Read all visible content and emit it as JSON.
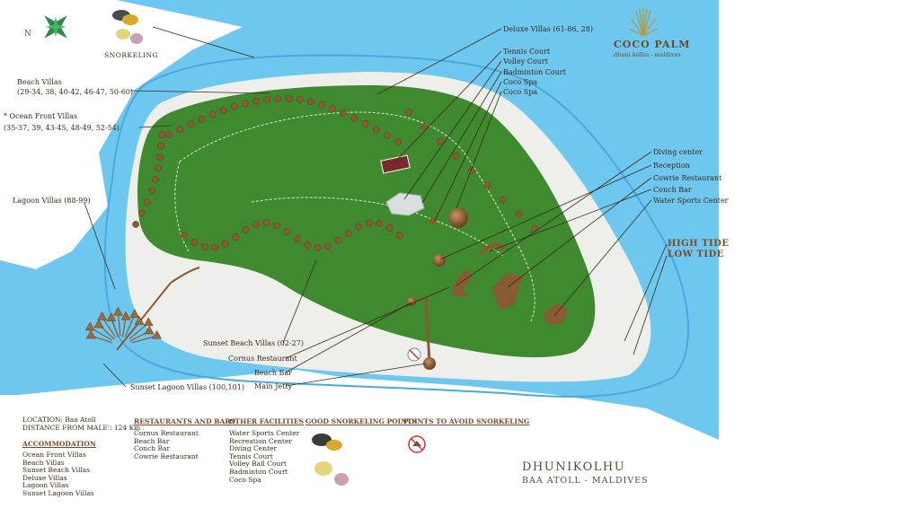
{
  "brand": {
    "name": "COCO PALM",
    "subtitle": "dhuni kolhu - maldives"
  },
  "compass": {
    "north_label": "N"
  },
  "snorkeling_label": "SNORKELING",
  "labels": {
    "deluxe_villas": "Deluxe Villas (61-86, 28)",
    "tennis_court": "Tennis Court",
    "volley_court": "Volley Court",
    "badminton_court": "Badminton Court",
    "coco_spa_1": "Coco Spa",
    "coco_spa_2": "Coco Spa",
    "beach_villas_title": "Beach Villas",
    "beach_villas_nums": "(29-34, 38, 40-42, 46-47, 50-60)",
    "ocean_front_title": "* Ocean Front Villas",
    "ocean_front_nums": "(35-37, 39, 43-45, 48-49, 52-54)",
    "lagoon_villas": "Lagoon Villas (88-99)",
    "diving_center": "Diving center",
    "reception": "Reception",
    "cowrie_restaurant": "Cowrie Restaurant",
    "conch_bar": "Conch Bar",
    "water_sports_center": "Water Sports Center",
    "sunset_beach_villas": "Sunset Beach Villas (02-27)",
    "cornus_restaurant": "Cornus Restaurant",
    "beach_bar": "Beach Bar",
    "main_jetty": "Main Jetty",
    "sunset_lagoon_villas": "Sunset Lagoon Villas (100,101)"
  },
  "tide": {
    "high": "HIGH TIDE",
    "low": "LOW TIDE"
  },
  "location": {
    "line1": "LOCATION: Baa Atoll",
    "line2": "DISTANCE FROM MALE': 124 Km"
  },
  "legend": {
    "accommodation": {
      "title": "ACCOMMODATION",
      "items": [
        "Ocean Front Villas",
        "Beach Villas",
        "Sunset Beach Villas",
        "Deluxe Villas",
        "Lagoon Villas",
        "Sunset Lagoon Villas"
      ]
    },
    "restaurants": {
      "title": "RESTAURANTS AND BARS",
      "items": [
        "Cornus Restaurant",
        "Beach Bar",
        "Conch Bar",
        "Cowrie Restaurant"
      ]
    },
    "facilities": {
      "title": "OTHER FACILITIES",
      "items": [
        "Water Sports Center",
        "Recreation Center",
        "Diving Center",
        "Tennis Court",
        "Volley Ball Court",
        "Badminton Court",
        "Coco Spa"
      ]
    },
    "good_snorkeling": {
      "title": "GOOD SNORKELING POINTS"
    },
    "avoid_snorkeling": {
      "title": "POINTS TO AVOID SNORKELING"
    }
  },
  "island": {
    "name": "DHUNIKOLHU",
    "subtitle": "BAA ATOLL - MALDIVES"
  },
  "colors": {
    "ocean": "#6ec7ee",
    "reef": "#4aa8dd",
    "sand": "#eeeeea",
    "island": "#3f8a2e",
    "villa": "#8a5a34",
    "text": "#3d2a1a",
    "accent": "#7a4a2c"
  }
}
